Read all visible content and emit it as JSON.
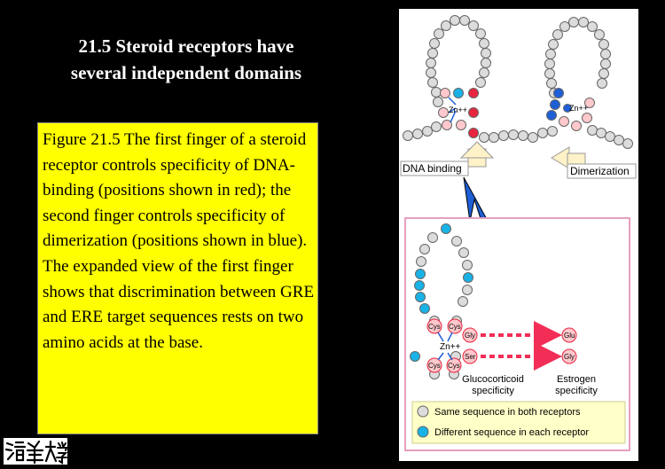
{
  "slide": {
    "title_line1": "21.5 Steroid receptors have",
    "title_line2": "several independent domains",
    "caption": "Figure 21.5 The first finger of a steroid receptor controls specificity of DNA-binding (positions shown in red); the second finger controls specificity of dimerization (positions shown in blue). The expanded view of the first finger shows that discrimination between GRE and ERE target sequences rests on two amino acids at the base."
  },
  "logo": {
    "icon": "university-calligraphy-logo"
  },
  "figure": {
    "zinc_label_1": "Zn++",
    "zinc_label_2": "Zn++",
    "zinc_label_3": "Zn++",
    "dna_binding_label": "DNA binding",
    "dimerization_label": "Dimerization",
    "cys_label": "Cys",
    "gly_label": "Gly",
    "ser_label": "Ser",
    "glu_label": "Glu",
    "glucocorticoid_line1": "Glucocorticoid",
    "glucocorticoid_line2": "specificity",
    "estrogen_line1": "Estrogen",
    "estrogen_line2": "specificity",
    "legend_same": "Same sequence in both receptors",
    "legend_different": "Different sequence in each receptor",
    "colors": {
      "grey_residue": "#dcdcdc",
      "red_residue": "#e8253f",
      "blue_residue": "#1f5fd6",
      "pink_residue": "#ffc8cc",
      "cyan_residue": "#19b2e6",
      "arrow_red": "#f22e57",
      "legend_bg": "#ffffc8",
      "border_pink": "#e6a0c0",
      "callout_bg": "#fff2c8"
    }
  }
}
